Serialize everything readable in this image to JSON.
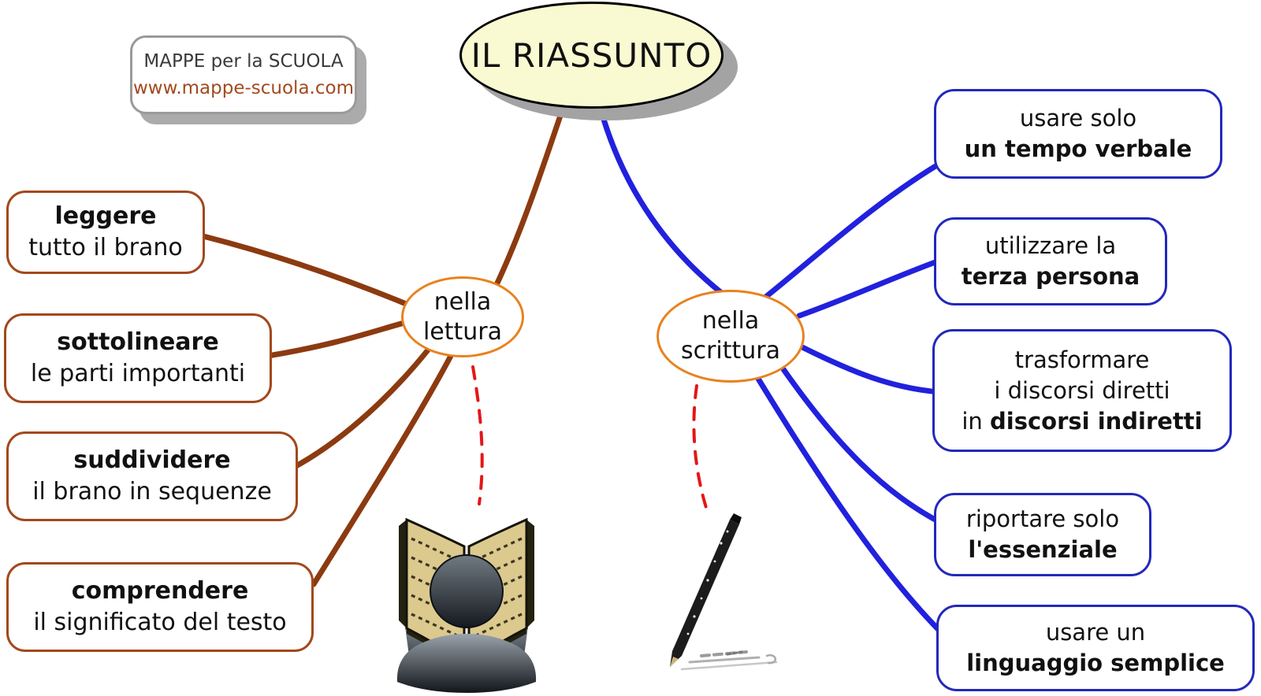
{
  "root": {
    "label": "IL RIASSUNTO"
  },
  "logo": {
    "title": "MAPPE per la SCUOLA",
    "url": "www.mappe-scuola.com"
  },
  "hubs": {
    "lettura": {
      "line1": "nella",
      "line2": "lettura"
    },
    "scrittura": {
      "line1": "nella",
      "line2": "scrittura"
    }
  },
  "reading_rules": [
    {
      "bold": "leggere",
      "rest": "tutto il brano"
    },
    {
      "bold": "sottolineare",
      "rest": "le parti importanti"
    },
    {
      "bold": "suddividere",
      "rest": "il brano in sequenze"
    },
    {
      "bold": "comprendere",
      "rest": "il significato del testo"
    }
  ],
  "writing_rules": [
    {
      "line1": "usare solo",
      "bold": "un tempo verbale"
    },
    {
      "line1": "utilizzare la",
      "bold": "terza persona"
    },
    {
      "line1": "trasformare",
      "line2": "i discorsi diretti",
      "line3_prefix": "in ",
      "bold": "discorsi indiretti"
    },
    {
      "line1": "riportare solo",
      "bold": "l'essenziale"
    },
    {
      "line1": "usare un",
      "bold": "linguaggio semplice"
    }
  ],
  "icons": {
    "reading": "reading-person-icon",
    "writing": "pen-icon"
  },
  "colors": {
    "root_fill": "#FAFAD2",
    "reading_branch": "#8C3A10",
    "reading_box_border": "#A3481C",
    "writing_branch": "#2121DE",
    "writing_box_border": "#2328BB",
    "hub_border": "#E8821E",
    "dashed_link": "#E31717",
    "logo_url": "#A34A1E",
    "shadow": "#A3A3A3"
  }
}
